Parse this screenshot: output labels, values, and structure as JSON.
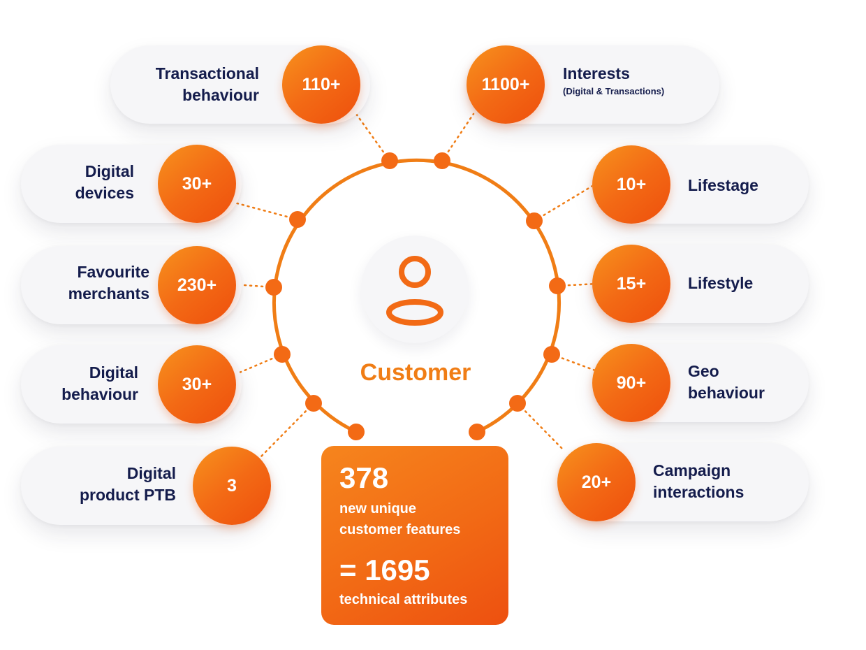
{
  "colors": {
    "orange": "#f26a15",
    "orange_light": "#f7921d",
    "navy_text": "#141c4c",
    "pill_bg": "#f6f6f8"
  },
  "center": {
    "icon": "person-icon",
    "label": "Customer"
  },
  "features": {
    "transactional": {
      "count": "110+",
      "line1": "Transactional",
      "line2": "behaviour"
    },
    "interests": {
      "count": "1100+",
      "line1": "Interests",
      "line2": "(Digital & Transactions)"
    },
    "digital_devices": {
      "count": "30+",
      "line1": "Digital",
      "line2": "devices"
    },
    "lifestage": {
      "count": "10+",
      "line1": "Lifestage"
    },
    "favourite_merchants": {
      "count": "230+",
      "line1": "Favourite",
      "line2": "merchants"
    },
    "lifestyle": {
      "count": "15+",
      "line1": "Lifestyle"
    },
    "digital_behaviour": {
      "count": "30+",
      "line1": "Digital",
      "line2": "behaviour"
    },
    "geo": {
      "count": "90+",
      "line1": "Geo",
      "line2": "behaviour"
    },
    "digital_product": {
      "count": "3",
      "line1": "Digital",
      "line2": "product PTB"
    },
    "campaign": {
      "count": "20+",
      "line1": "Campaign",
      "line2": "interactions"
    }
  },
  "summary": {
    "total": "378",
    "line1": "new unique",
    "line2": "customer features",
    "technical": "= 1695",
    "line3": "technical attributes"
  }
}
